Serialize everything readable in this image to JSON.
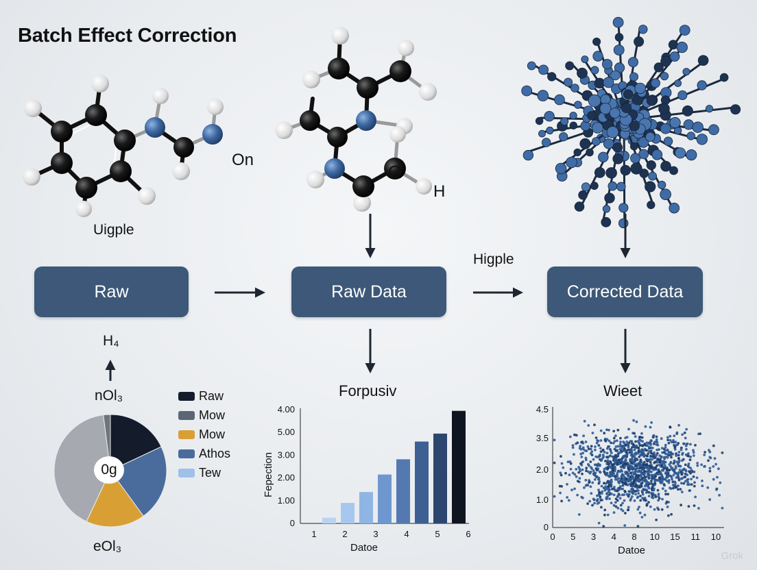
{
  "title": "Batch Effect Correction",
  "molecules": {
    "left_label": "Uigple",
    "left_atom": "On",
    "middle_atom_o": "O",
    "middle_atom_h": "H"
  },
  "flow": {
    "box_raw": "Raw",
    "box_raw_data": "Raw Data",
    "box_corrected": "Corrected Data",
    "between_label": "Higple",
    "left_up_label": "H₄",
    "left_top_formula": "nOl₃",
    "left_bottom_formula": "eOl₃"
  },
  "pie": {
    "center_label": "0g",
    "legend": [
      {
        "label": "Raw",
        "color": "#141c2b"
      },
      {
        "label": "Mow",
        "color": "#5b6675"
      },
      {
        "label": "Mow",
        "color": "#d8a034"
      },
      {
        "label": "Athos",
        "color": "#4a6c9c"
      },
      {
        "label": "Tew",
        "color": "#9fc0e8"
      }
    ]
  },
  "chart_data": [
    {
      "type": "pie",
      "values": [
        18,
        22,
        17,
        41,
        2
      ],
      "colors": [
        "#141c2b",
        "#4a6c9c",
        "#d8a034",
        "#a6a9af",
        "#6f737a"
      ],
      "start_angle_deg": 0
    },
    {
      "type": "bar",
      "title": "Forpusiv",
      "xlabel": "Datoe",
      "ylabel": "Fepection",
      "xticks": [
        "1",
        "2",
        "3",
        "4",
        "5",
        "6"
      ],
      "yticks": [
        "0",
        "1.00",
        "2.00",
        "3.00",
        "5.00",
        "4.00"
      ],
      "values": [
        0.25,
        0.9,
        1.38,
        2.15,
        2.82,
        3.6,
        3.95,
        4.95
      ],
      "colors": [
        "#b8d4f2",
        "#a6c7ee",
        "#8fb5e4",
        "#6f97cf",
        "#5479b0",
        "#3e5f94",
        "#2c466f",
        "#0f1520"
      ],
      "ylim": [
        0,
        5
      ]
    },
    {
      "type": "scatter",
      "title": "Wieet",
      "xlabel": "Datoe",
      "xticks": [
        "0",
        "5",
        "3",
        "4",
        "8",
        "10",
        "15",
        "11",
        "10"
      ],
      "yticks": [
        "0",
        "1.0",
        "2.0",
        "3.5",
        "4.5"
      ],
      "center": [
        4.6,
        2.2
      ],
      "spread": [
        2.3,
        0.75
      ],
      "n_points": 1300,
      "color": "#2d5a94",
      "xlim": [
        0,
        9.5
      ],
      "ylim": [
        0,
        4.6
      ]
    }
  ],
  "watermark": "Grok"
}
